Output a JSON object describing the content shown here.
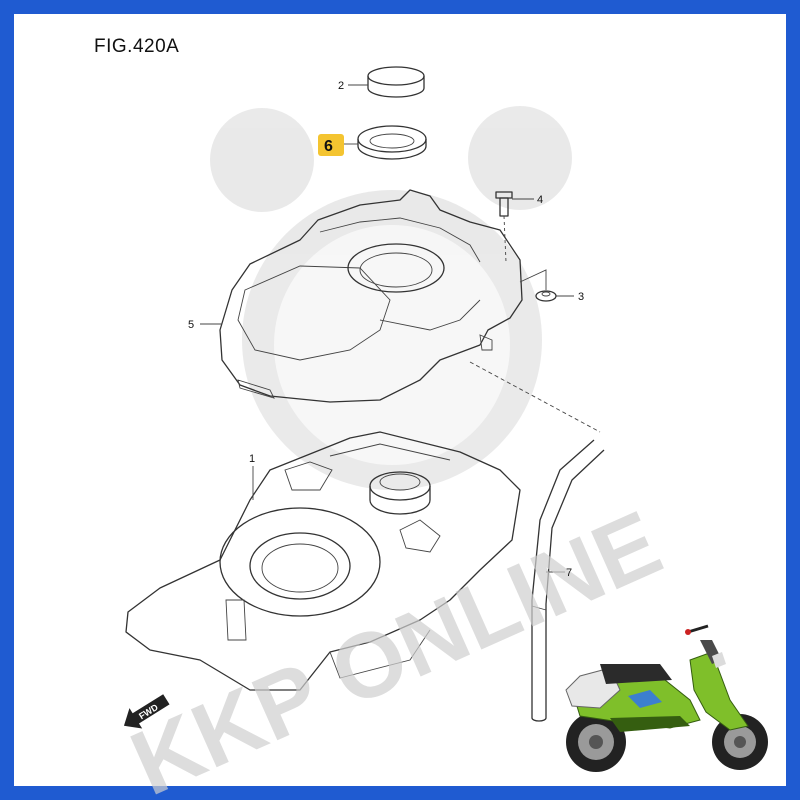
{
  "figure": {
    "title": "FIG.420A"
  },
  "callouts": [
    {
      "id": "2",
      "label": "2"
    },
    {
      "id": "6",
      "label": "6",
      "highlight_color": "#f4c430"
    },
    {
      "id": "4",
      "label": "4"
    },
    {
      "id": "3",
      "label": "3"
    },
    {
      "id": "5",
      "label": "5"
    },
    {
      "id": "1",
      "label": "1"
    },
    {
      "id": "7",
      "label": "7"
    }
  ],
  "watermark": {
    "text": "KKP ONLINE",
    "color": "#cfcfcf"
  },
  "direction_marker": {
    "label": "FWD"
  },
  "colors": {
    "frame_border": "#1f5bd1",
    "scooter_body": "#7fbf2a"
  },
  "icons": [
    "mickey-ears-watermark-icon",
    "scooter-image-icon",
    "fwd-arrow-icon"
  ]
}
